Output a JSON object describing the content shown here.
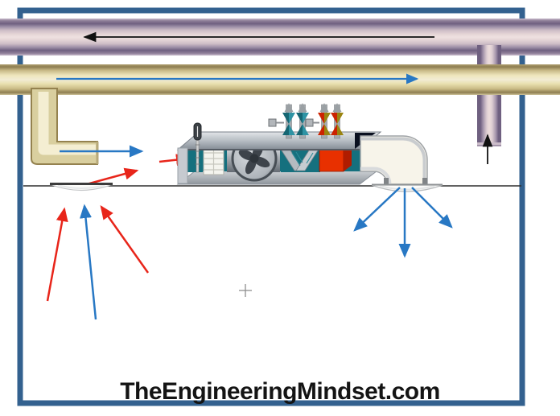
{
  "footer": {
    "website": "TheEngineeringMindset.com"
  },
  "colors": {
    "room_border": "#33618f",
    "return_duct_dark": "#6f6080",
    "return_duct_light": "#eee0e0",
    "supply_duct_dark": "#8d7d50",
    "supply_duct_light": "#f2ecd4",
    "supply_arrow_blue": "#2878c4",
    "return_arrow_red": "#e8251a",
    "duct_flow_arrow_black": "#111111",
    "ahu_interior_teal": "#15707e",
    "heating_coil_red": "#e83000",
    "chilled_valve_teal": "#2e93a4",
    "hot_valve_red": "#cc2200",
    "hot_valve_olive": "#9a8410",
    "ceiling_line": "#2e2e2e"
  },
  "parts": [
    {
      "name": "room-outline"
    },
    {
      "name": "return-air-duct"
    },
    {
      "name": "supply-air-duct"
    },
    {
      "name": "fresh-air-branch-duct"
    },
    {
      "name": "return-air-riser-duct"
    },
    {
      "name": "air-handling-unit"
    },
    {
      "name": "temperature-sensor"
    },
    {
      "name": "air-filter"
    },
    {
      "name": "supply-fan"
    },
    {
      "name": "cooling-coil"
    },
    {
      "name": "heating-coil"
    },
    {
      "name": "chilled-water-valves"
    },
    {
      "name": "hot-water-valves"
    },
    {
      "name": "supply-elbow-duct"
    },
    {
      "name": "ceiling-supply-diffuser"
    },
    {
      "name": "ceiling-return-grille"
    },
    {
      "name": "supply-air-arrows"
    },
    {
      "name": "return-air-arrows"
    },
    {
      "name": "cursor-crosshair"
    }
  ]
}
